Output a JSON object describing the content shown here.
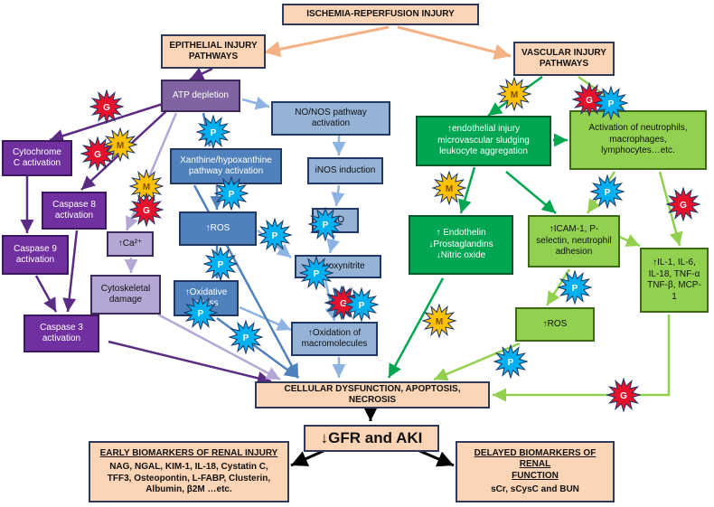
{
  "diagram": {
    "top": "ISCHEMIA-REPERFUSION INJURY",
    "epithelial": "EPITHELIAL INJURY\nPATHWAYS",
    "vascular": "VASCULAR INJURY\nPATHWAYS",
    "atp": "ATP depletion",
    "nonos": "NO/NOS pathway\nactivation",
    "cytc": "Cytochrome\nC activation",
    "xanthine": "Xanthine/hypoxanthine\npathway activation",
    "inos": "iNOS induction",
    "casp8": "Caspase 8\nactivation",
    "ros_epi": "↑ROS",
    "no": "↑NO",
    "ca": "↑Ca²⁺",
    "casp9": "Caspase 9\nactivation",
    "peroxy": "↑peroxynitrite",
    "cytoskel": "Cytoskeletal\ndamage",
    "oxstress": "↑Oxidative\nstress",
    "oxmacro": "↑Oxidation of\nmacromolecules",
    "casp3": "Caspase 3\nactivation",
    "endo_inj": "↑endothelial injury\nmicrovascular sludging\nleukocyte aggregation",
    "activation": "Activation of neutrophils,\nmacrophages,\nlymphocytes…etc.",
    "endothelin": "↑ Endothelin\n↓Prostaglandins\n↓Nitric oxide",
    "icam": "↑ICAM-1, P-\nselectin, neutrophil\nadhesion",
    "il": "↑IL-1, IL-6,\nIL-18, TNF-α\nTNF-β, MCP-1",
    "ros_vasc": "↑ROS",
    "cellular": "CELLULAR DYSFUNCTION, APOPTOSIS, NECROSIS",
    "gfr": "↓GFR and AKI",
    "early_title": "EARLY BIOMARKERS OF RENAL INJURY",
    "early_body": "NAG, NGAL, KIM-1, IL-18, Cystatin C,\nTFF3, Osteopontin, L-FABP, Clusterin,\nAlbumin, β2M …etc.",
    "delayed_title": "DELAYED BIOMARKERS OF RENAL\nFUNCTION",
    "delayed_body": "sCr, sCysC and BUN"
  },
  "stars": {
    "g": "G",
    "m": "M",
    "p": "P",
    "colors": {
      "g": "#e8102a",
      "m": "#ffc000",
      "p": "#00b0f0"
    }
  }
}
